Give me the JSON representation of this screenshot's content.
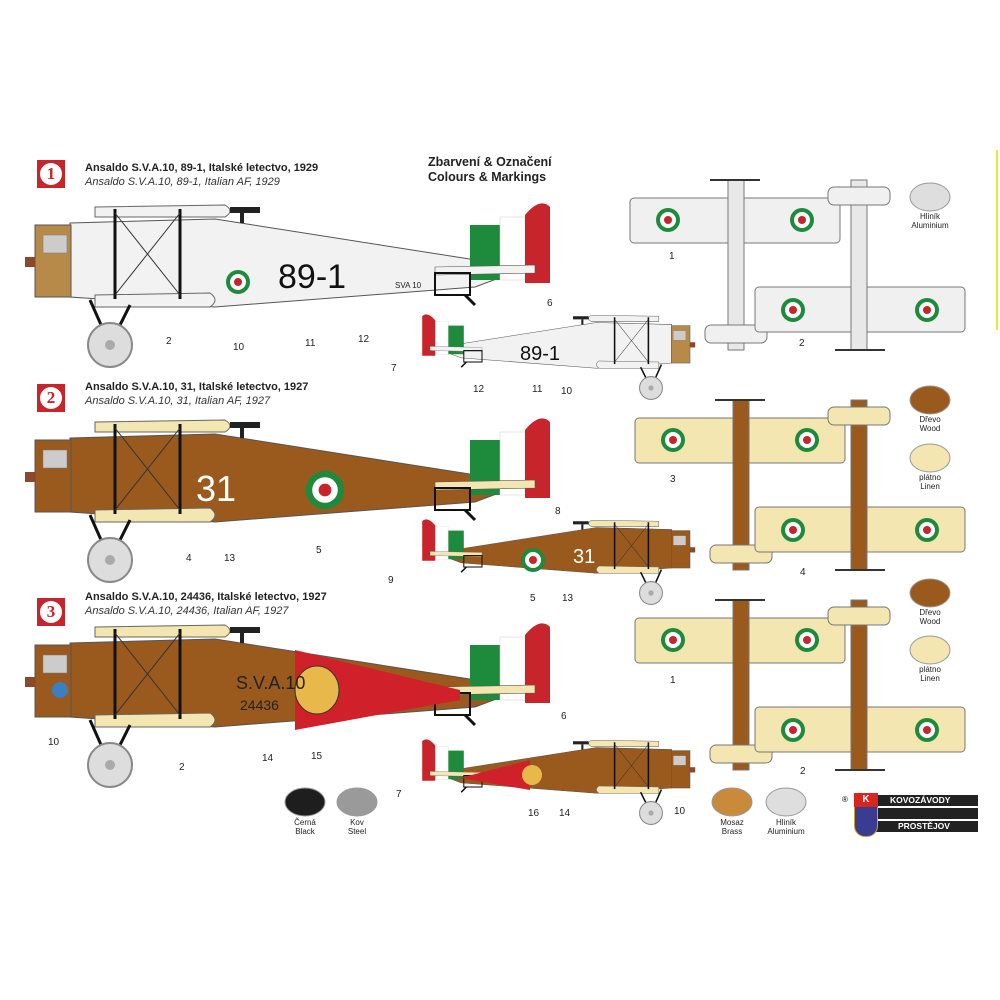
{
  "header": {
    "line1": "Zbarvení & Označení",
    "line2": "Colours & Markings"
  },
  "schemes": [
    {
      "badge": "1",
      "title_cz": "Ansaldo S.V.A.10, 89-1, Italské letectvo, 1929",
      "title_en": "Ansaldo S.V.A.10, 89-1, Italian AF, 1929",
      "code": "89-1",
      "serial": "SVA 10",
      "callouts": [
        "2",
        "10",
        "11",
        "12",
        "6",
        "7",
        "12",
        "11",
        "10",
        "1",
        "2"
      ]
    },
    {
      "badge": "2",
      "title_cz": "Ansaldo S.V.A.10, 31, Italské letectvo, 1927",
      "title_en": "Ansaldo S.V.A.10, 31, Italian AF, 1927",
      "code": "31",
      "callouts": [
        "4",
        "13",
        "5",
        "8",
        "9",
        "5",
        "13",
        "3",
        "4"
      ]
    },
    {
      "badge": "3",
      "title_cz": "Ansaldo S.V.A.10, 24436, Italské letectvo, 1927",
      "title_en": "Ansaldo S.V.A.10, 24436, Italian AF, 1927",
      "code": "S.V.A.10",
      "serial": "24436",
      "callouts": [
        "10",
        "2",
        "14",
        "15",
        "6",
        "7",
        "16",
        "14",
        "10",
        "1",
        "2"
      ]
    }
  ],
  "swatches": [
    {
      "cz": "Hliník",
      "en": "Aluminium",
      "color": "#dedede"
    },
    {
      "cz": "Dřevo",
      "en": "Wood",
      "color": "#9a5a1e"
    },
    {
      "cz": "plátno",
      "en": "Linen",
      "color": "#f3e6b0"
    },
    {
      "cz": "Dřevo",
      "en": "Wood",
      "color": "#9a5a1e"
    },
    {
      "cz": "plátno",
      "en": "Linen",
      "color": "#f3e6b0"
    },
    {
      "cz": "Černá",
      "en": "Black",
      "color": "#1e1e1e"
    },
    {
      "cz": "Kov",
      "en": "Steel",
      "color": "#9a9a9a"
    },
    {
      "cz": "Mosaz",
      "en": "Brass",
      "color": "#c98a3a"
    },
    {
      "cz": "Hliník",
      "en": "Aluminium",
      "color": "#dedede"
    }
  ],
  "logo": {
    "reg": "®",
    "mark": "K",
    "line1": "KOVOZÁVODY",
    "line2": "PROSTĚJOV"
  }
}
